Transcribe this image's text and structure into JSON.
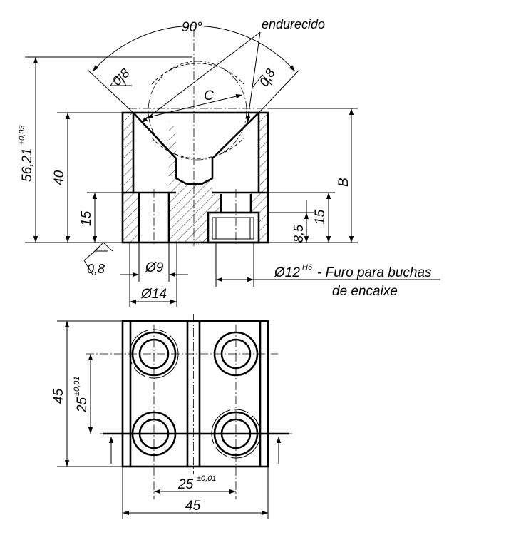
{
  "labels": {
    "angle": "90°",
    "hardened": "endurecido",
    "c": "C",
    "b": "B",
    "rough_left": "0,8",
    "rough_right": "0,8",
    "rough_bottom": "0,8",
    "height_total": "56,21",
    "height_total_tol": "±0,03",
    "height_40": "40",
    "height_15_left": "15",
    "height_15_right": "15",
    "depth_8_5": "8,5",
    "dia_9": "Ø9",
    "dia_14": "Ø14",
    "dia_12": "Ø12",
    "dia_12_fit": "H6",
    "bore_note_line1": "- Furo para buchas",
    "bore_note_line2": "de encaixe",
    "plan_45_vertical": "45",
    "plan_25_vertical": "25",
    "plan_25_vertical_tol": "±0,01",
    "plan_25_horizontal": "25",
    "plan_25_horizontal_tol": "±0,01",
    "plan_45_horizontal": "45"
  }
}
